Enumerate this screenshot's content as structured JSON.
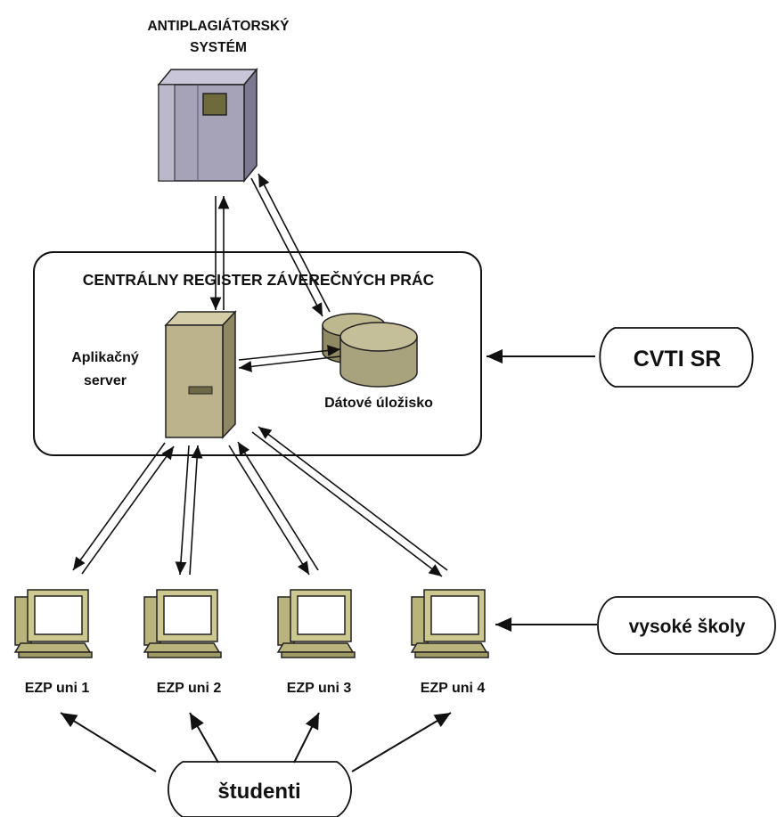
{
  "antiplag": {
    "line1": "ANTIPLAGIÁTORSKÝ",
    "line2": "SYSTÉM"
  },
  "register": {
    "title": "CENTRÁLNY REGISTER ZÁVEREČNÝCH PRÁC"
  },
  "app_server": {
    "line1": "Aplikačný",
    "line2": "server"
  },
  "storage": {
    "label": "Dátové úložisko"
  },
  "operator": {
    "label": "CVTI SR"
  },
  "universities": {
    "label": "vysoké školy"
  },
  "students": {
    "label": "študenti"
  },
  "workstations": [
    {
      "label": "EZP uni 1"
    },
    {
      "label": "EZP uni 2"
    },
    {
      "label": "EZP uni 3"
    },
    {
      "label": "EZP uni 4"
    }
  ],
  "colors": {
    "server_tower_front": "#a6a2b8",
    "server_tower_side": "#7c7892",
    "app_server_front": "#bcb38c",
    "app_server_side": "#8f8762",
    "storage_disk": "#a8a37c",
    "computer_frame": "#c9c48d",
    "outline": "#111111"
  }
}
